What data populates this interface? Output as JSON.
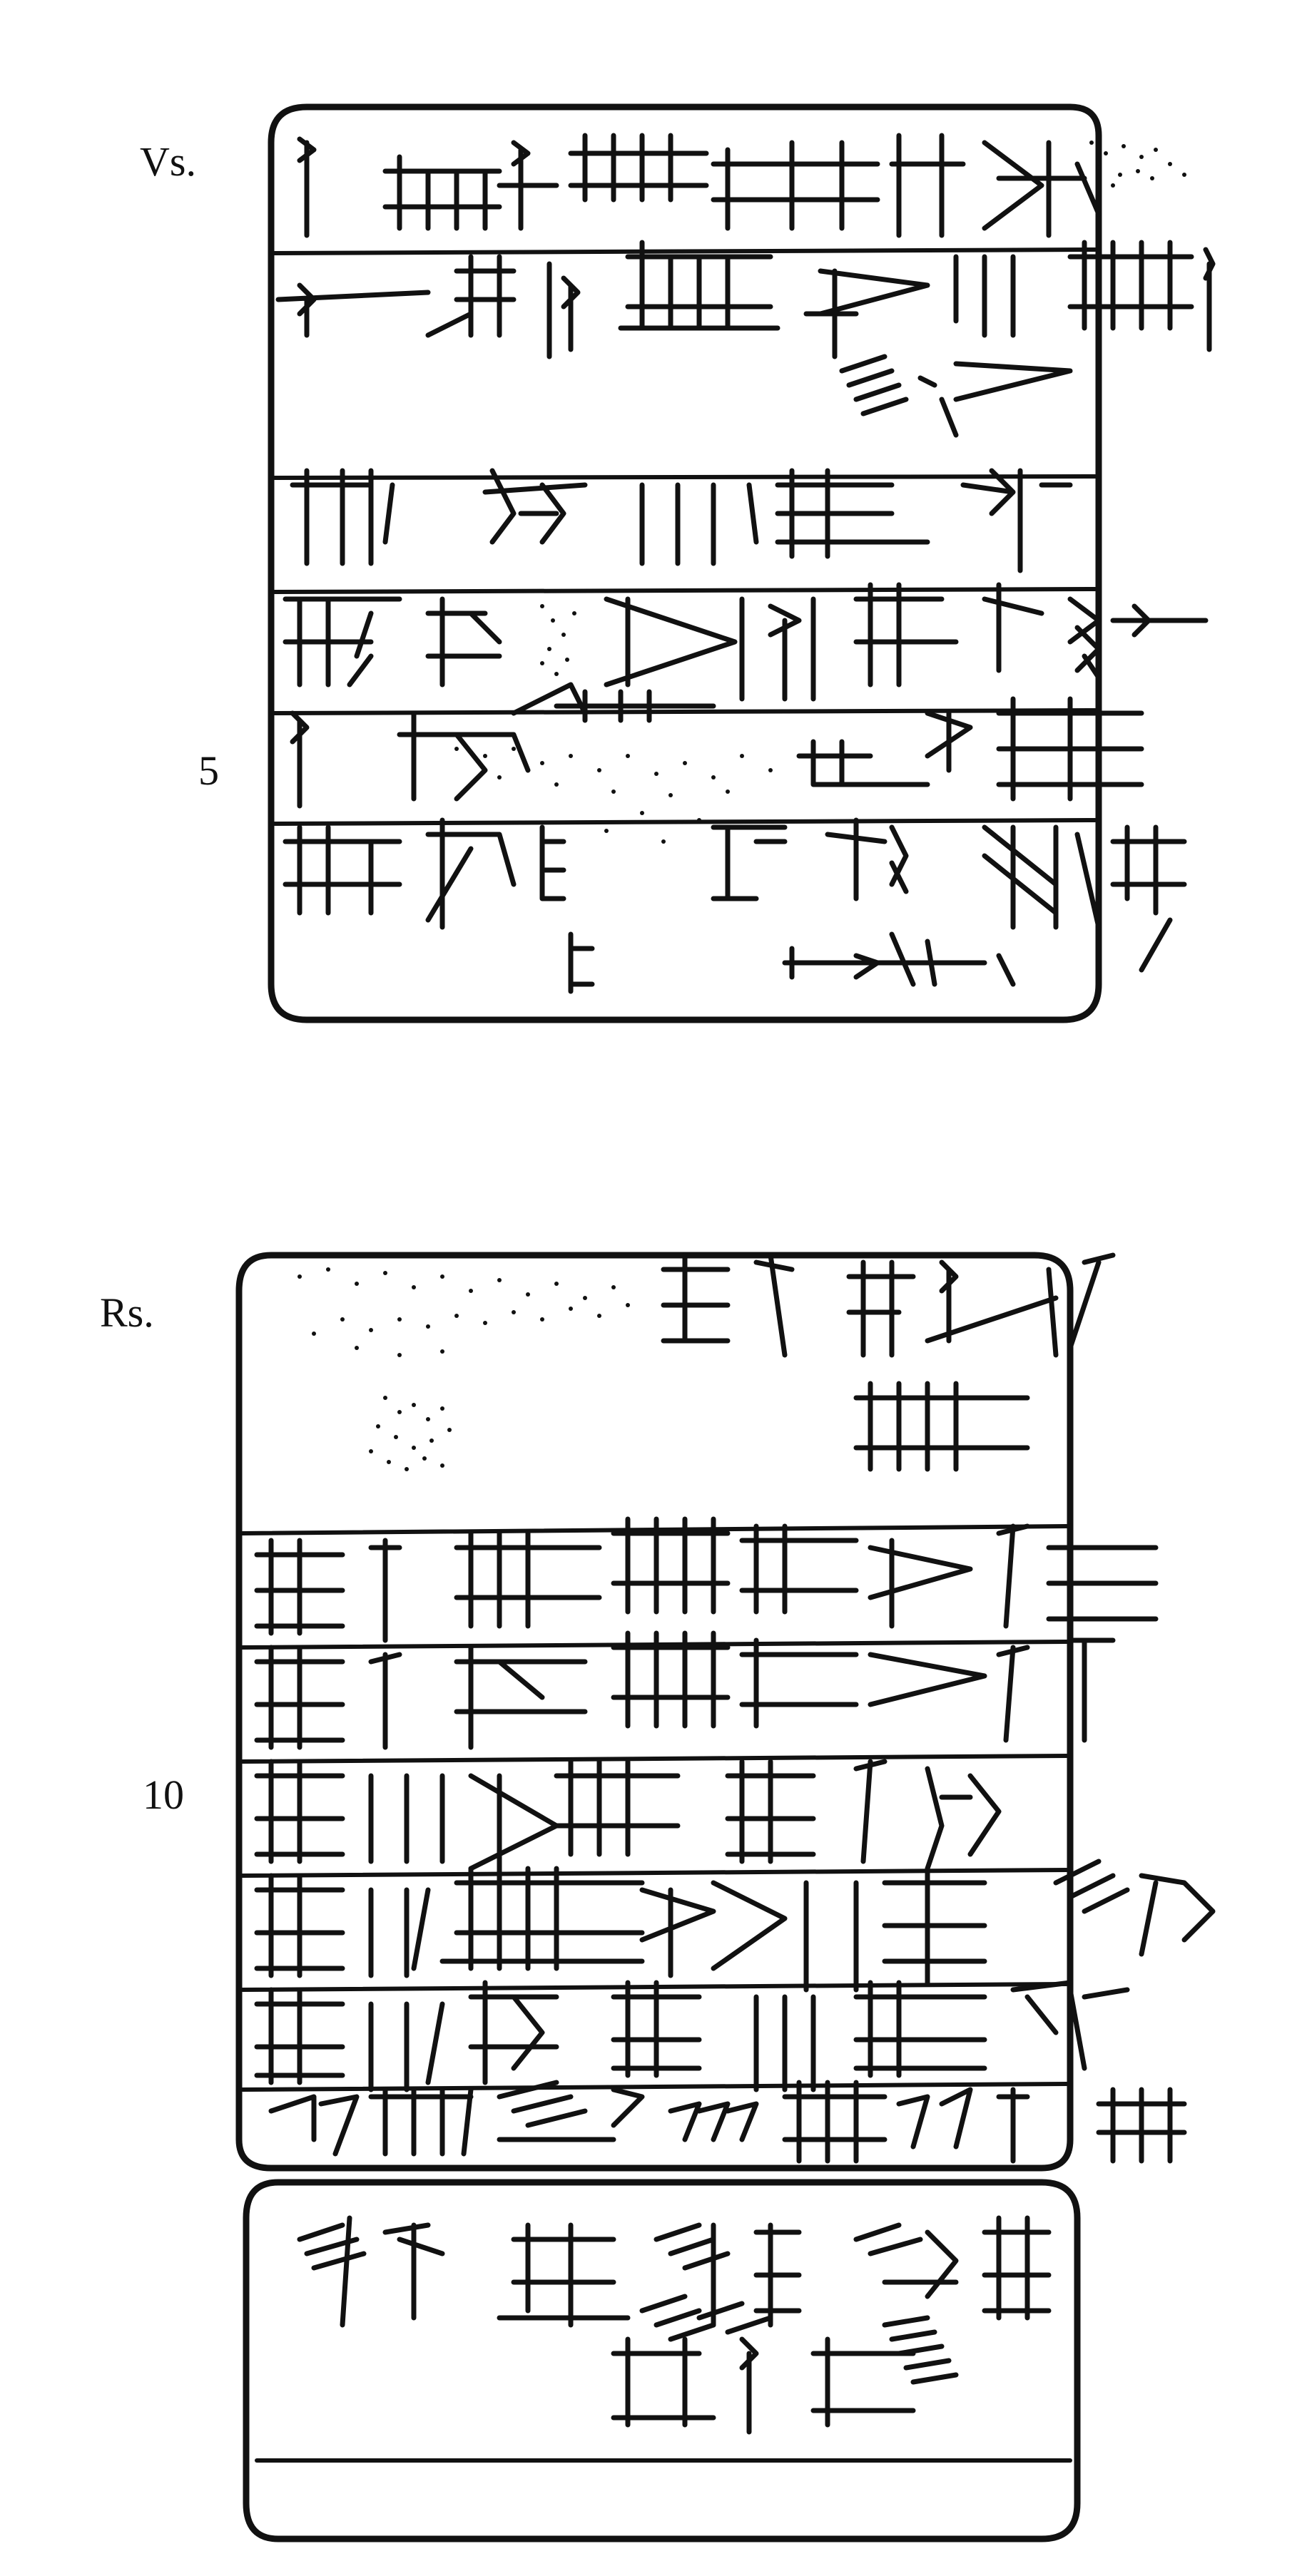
{
  "labels": {
    "obverse": "Vs.",
    "reverse": "Rs.",
    "line_5": "5",
    "line_10": "10"
  },
  "colors": {
    "ink": "#111111",
    "paper": "#ffffff"
  }
}
